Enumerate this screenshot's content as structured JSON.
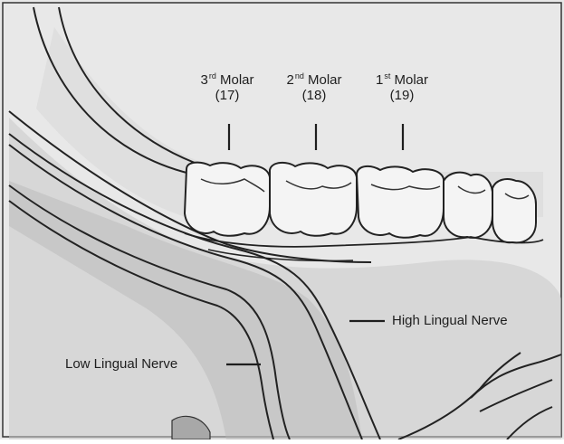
{
  "colors": {
    "background": "#e6e6e6",
    "paper": "#f3f3f3",
    "shading": "#bdbdbd",
    "line": "#1e1e1e",
    "tooth_fill": "#f4f4f4"
  },
  "teeth": {
    "molar_3": {
      "num": "3",
      "sup": "rd",
      "word": "Molar",
      "code": "(17)"
    },
    "molar_2": {
      "num": "2",
      "sup": "nd",
      "word": "Molar",
      "code": "(18)"
    },
    "molar_1": {
      "num": "1",
      "sup": "st",
      "word": "Molar",
      "code": "(19)"
    }
  },
  "nerves": {
    "high": "High Lingual Nerve",
    "low": "Low Lingual Nerve"
  }
}
